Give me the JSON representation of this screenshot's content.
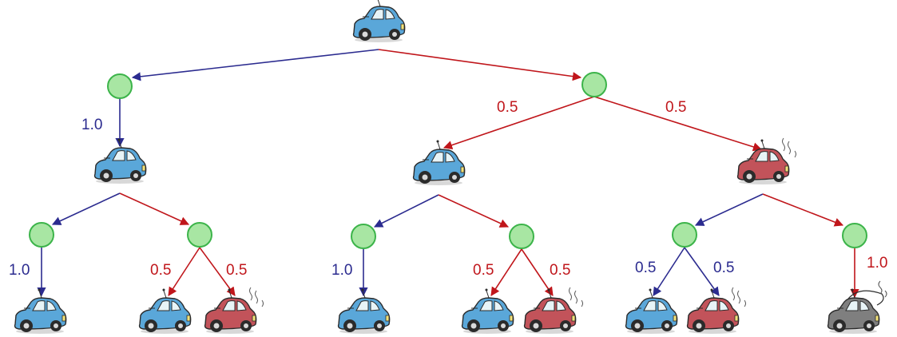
{
  "colors": {
    "action_a": "#2b2b8f",
    "action_b": "#c0161b",
    "chance_node_fill": "#a8e6a3",
    "chance_node_stroke": "#3cb44a",
    "car_cool": "#5aa7d9",
    "car_warm": "#c2535a",
    "car_overheated": "#7f7f7f"
  },
  "states": {
    "root": "car-cool-icon",
    "l1_left": "car-cool-icon",
    "l1_mid": "car-cool-icon",
    "l1_right": "car-warm-icon",
    "leaves": [
      "car-cool-icon",
      "car-cool-icon",
      "car-warm-icon",
      "car-cool-icon",
      "car-cool-icon",
      "car-warm-icon",
      "car-cool-icon",
      "car-warm-icon",
      "car-overheated-icon"
    ]
  },
  "probabilities": {
    "l1_left": "1.0",
    "l1_mid": "0.5",
    "l1_right": "0.5",
    "l2_a_left": "1.0",
    "l2_a_right_1": "0.5",
    "l2_a_right_2": "0.5",
    "l2_b_left": "1.0",
    "l2_b_right_1": "0.5",
    "l2_b_right_2": "0.5",
    "l2_c_left_1": "0.5",
    "l2_c_left_2": "0.5",
    "l2_c_right": "1.0"
  }
}
